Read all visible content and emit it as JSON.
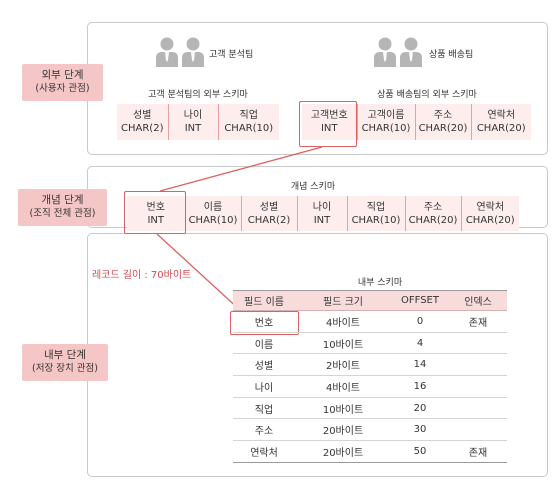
{
  "levels": {
    "external": {
      "title": "외부 단계",
      "subtitle": "(사용자 관점)"
    },
    "conceptual": {
      "title": "개념 단계",
      "subtitle": "(조직 전체 관점)"
    },
    "internal": {
      "title": "내부 단계",
      "subtitle": "(저장 장치 관점)"
    }
  },
  "external": {
    "analysis_team": {
      "name": "고객 분석팀",
      "schema_title": "고객 분석팀의 외부 스키마",
      "fields": [
        {
          "name": "성별",
          "type": "CHAR(2)"
        },
        {
          "name": "나이",
          "type": "INT"
        },
        {
          "name": "직업",
          "type": "CHAR(10)"
        }
      ]
    },
    "delivery_team": {
      "name": "상품 배송팀",
      "schema_title": "상품 배송팀의 외부 스키마",
      "fields": [
        {
          "name": "고객번호",
          "type": "INT"
        },
        {
          "name": "고객이름",
          "type": "CHAR(10)"
        },
        {
          "name": "주소",
          "type": "CHAR(20)"
        },
        {
          "name": "연락처",
          "type": "CHAR(20)"
        }
      ]
    }
  },
  "conceptual": {
    "schema_title": "개념 스키마",
    "fields": [
      {
        "name": "번호",
        "type": "INT"
      },
      {
        "name": "이름",
        "type": "CHAR(10)"
      },
      {
        "name": "성별",
        "type": "CHAR(2)"
      },
      {
        "name": "나이",
        "type": "INT"
      },
      {
        "name": "직업",
        "type": "CHAR(10)"
      },
      {
        "name": "주소",
        "type": "CHAR(20)"
      },
      {
        "name": "연락처",
        "type": "CHAR(20)"
      }
    ]
  },
  "internal": {
    "record_length": "레코드 길이 : 70바이트",
    "schema_title": "내부 스키마",
    "headers": [
      "필드 이름",
      "필드 크기",
      "OFFSET",
      "인덱스"
    ],
    "rows": [
      [
        "번호",
        "4바이트",
        "0",
        "존재"
      ],
      [
        "이름",
        "10바이트",
        "4",
        ""
      ],
      [
        "성별",
        "2바이트",
        "14",
        ""
      ],
      [
        "나이",
        "4바이트",
        "16",
        ""
      ],
      [
        "직업",
        "10바이트",
        "20",
        ""
      ],
      [
        "주소",
        "20바이트",
        "30",
        ""
      ],
      [
        "연락처",
        "20바이트",
        "50",
        "존재"
      ]
    ]
  },
  "colors": {
    "label_bg": "#f5c6c6",
    "schema_bg": "#fdeeed",
    "highlight": "#e06060",
    "record_text": "#d24a4a",
    "user_icon": "#b5b5b5"
  }
}
